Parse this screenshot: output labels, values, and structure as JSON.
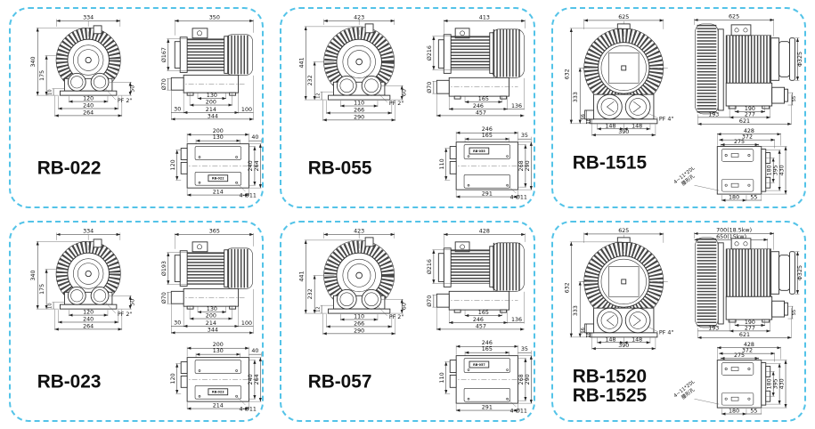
{
  "page": {
    "background": "#ffffff",
    "panel_border_color": "#53c3e8",
    "ink_color": "#2d2d2d"
  },
  "panels": [
    {
      "type": "A",
      "model": "RB-022",
      "model2": "",
      "front": {
        "w": "334",
        "h": "340",
        "h2": "175",
        "h3": "10",
        "b1": "120",
        "b2": "240",
        "b3": "264",
        "r": "50",
        "port": "PF 2\""
      },
      "side": {
        "w": "350",
        "dia": "Ø167",
        "dia2": "Ø70",
        "i1": "130",
        "i2": "200",
        "c1": "30",
        "c2": "214",
        "c3": "100",
        "total": "344"
      },
      "bottom": {
        "t1": "200",
        "t2": "130",
        "t3": "40",
        "l": "120",
        "r1": "240",
        "r2": "264",
        "b": "214",
        "holes": "4-Ø11",
        "plate": "RB-022"
      }
    },
    {
      "type": "B",
      "model": "RB-055",
      "model2": "",
      "front": {
        "w": "423",
        "h": "441",
        "h2": "232",
        "h3": "12",
        "b1": "110",
        "b2": "266",
        "b3": "290",
        "r": "60",
        "port": "PF 2\""
      },
      "side": {
        "w": "413",
        "dia": "Ø216",
        "dia2": "Ø70",
        "i1": "165",
        "c1": "246",
        "c2": "136",
        "total": "457"
      },
      "bottom": {
        "t1": "246",
        "t2": "165",
        "t3": "35",
        "l": "110",
        "r1": "268",
        "r2": "290",
        "b": "291",
        "holes": "4-Ø11",
        "plate": "RB-055"
      }
    },
    {
      "type": "C",
      "model": "RB-1515",
      "model2": "",
      "front": {
        "w": "625",
        "h": "632",
        "h2": "333",
        "s1": "66",
        "s2": "18",
        "b1": "148",
        "b2": "148",
        "b3": "390",
        "port": "PF 4\""
      },
      "side": {
        "w": "625",
        "w2": "",
        "dia": "Φ325",
        "i1": "190",
        "i2": "277",
        "c1": "193",
        "total": "621",
        "rot": "55"
      },
      "bottom": {
        "t1": "428",
        "t2": "372",
        "t3": "275",
        "r1": "180",
        "r2": "395",
        "r3": "430",
        "b1": "180",
        "b2": "55",
        "note1": "4~11*20L",
        "note2": "腰形孔"
      }
    },
    {
      "type": "A",
      "model": "RB-023",
      "model2": "",
      "front": {
        "w": "334",
        "h": "340",
        "h2": "175",
        "h3": "10",
        "b1": "120",
        "b2": "240",
        "b3": "264",
        "r": "50",
        "port": "PF 2\""
      },
      "side": {
        "w": "365",
        "dia": "Ø193",
        "dia2": "Ø70",
        "i1": "130",
        "i2": "200",
        "c1": "30",
        "c2": "214",
        "c3": "100",
        "total": "344"
      },
      "bottom": {
        "t1": "200",
        "t2": "130",
        "t3": "40",
        "l": "120",
        "r1": "240",
        "r2": "264",
        "b": "214",
        "holes": "4-Ø11",
        "plate": "RB-023"
      }
    },
    {
      "type": "B",
      "model": "RB-057",
      "model2": "",
      "front": {
        "w": "423",
        "h": "441",
        "h2": "232",
        "h3": "12",
        "b1": "110",
        "b2": "266",
        "b3": "290",
        "r": "60",
        "port": "PF 2\""
      },
      "side": {
        "w": "428",
        "dia": "Ø216",
        "dia2": "Ø70",
        "i1": "165",
        "c1": "246",
        "c2": "136",
        "total": "457"
      },
      "bottom": {
        "t1": "246",
        "t2": "165",
        "t3": "35",
        "l": "110",
        "r1": "268",
        "r2": "290",
        "b": "291",
        "holes": "4-Ø11",
        "plate": "RB-057"
      }
    },
    {
      "type": "C",
      "model": "RB-1520",
      "model2": "RB-1525",
      "front": {
        "w": "625",
        "h": "632",
        "h2": "333",
        "s1": "66",
        "s2": "18",
        "b1": "148",
        "b2": "148",
        "b3": "390",
        "port": "PF 4\""
      },
      "side": {
        "w": "700(18.5kw)",
        "w2": "650(15kw)",
        "dia": "Φ325",
        "i1": "190",
        "i2": "277",
        "c1": "193",
        "total": "621",
        "rot": "55"
      },
      "bottom": {
        "t1": "428",
        "t2": "372",
        "t3": "275",
        "r1": "180",
        "r2": "395",
        "r3": "430",
        "b1": "180",
        "b2": "55",
        "note1": "4~11*20L",
        "note2": "腰形孔"
      }
    }
  ]
}
